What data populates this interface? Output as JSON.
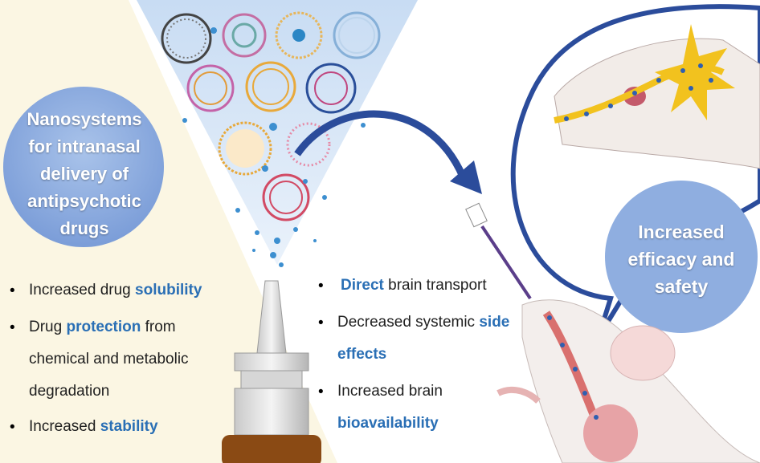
{
  "title_circle": {
    "text": "Nanosystems for intranasal delivery of antipsychotic drugs"
  },
  "outcome_circle": {
    "text": "Increased efficacy and safety"
  },
  "left_list": [
    {
      "plain": "Increased drug ",
      "highlight": "solubility",
      "after": ""
    },
    {
      "plain": "Drug ",
      "highlight": "protection",
      "after": " from chemical and metabolic degradation"
    },
    {
      "plain": "Increased ",
      "highlight": "stability",
      "after": ""
    }
  ],
  "middle_list": [
    {
      "plain": "",
      "highlight": "Direct",
      "after": " brain transport"
    },
    {
      "plain": "Decreased systemic ",
      "highlight": "side effects",
      "after": ""
    },
    {
      "plain": "Increased brain ",
      "highlight": "bioavailability",
      "after": ""
    }
  ],
  "bullet_char": "•",
  "colors": {
    "highlight": "#2a6fb5",
    "circle_fill": "#8faee0",
    "arrow": "#2b4c9b",
    "background": "#fbf6e3",
    "spray": "#cfe0f4"
  }
}
